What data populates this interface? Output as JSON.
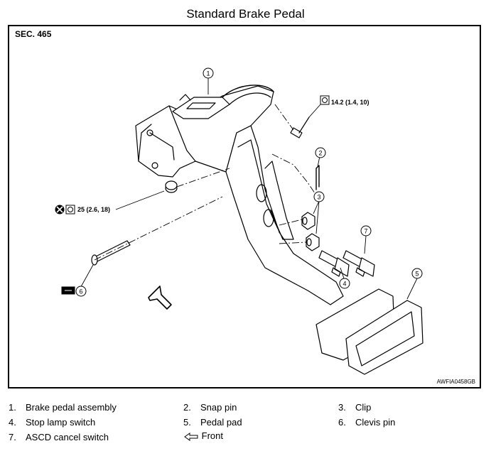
{
  "title": "Standard Brake Pedal",
  "section": "SEC. 465",
  "figure_code": "AWFIA0458GB",
  "torques": [
    {
      "id": "t1",
      "value": "14.2 (1.4, 10)"
    },
    {
      "id": "t2",
      "value": "25 (2.6, 18)"
    }
  ],
  "callouts": [
    "1",
    "2",
    "3",
    "4",
    "5",
    "6",
    "7"
  ],
  "legend": [
    {
      "num": "1.",
      "label": "Brake pedal assembly"
    },
    {
      "num": "2.",
      "label": "Snap pin"
    },
    {
      "num": "3.",
      "label": "Clip"
    },
    {
      "num": "4.",
      "label": "Stop lamp switch"
    },
    {
      "num": "5.",
      "label": "Pedal pad"
    },
    {
      "num": "6.",
      "label": "Clevis pin"
    },
    {
      "num": "7.",
      "label": "ASCD cancel switch"
    },
    {
      "num": "",
      "label": "Front"
    }
  ],
  "icons": [
    "torque-wrench-icon",
    "do-not-reuse-icon",
    "grease-icon",
    "front-arrow-icon"
  ]
}
